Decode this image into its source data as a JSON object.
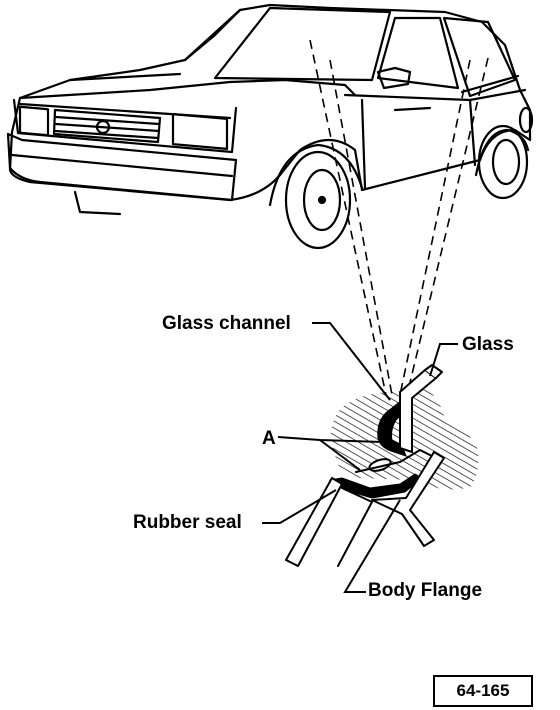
{
  "callouts": {
    "glass_channel": "Glass channel",
    "glass": "Glass",
    "a": "A",
    "rubber_seal": "Rubber seal",
    "body_flange": "Body Flange"
  },
  "figure_number": "64-165",
  "icons": [
    "car-illustration",
    "glass-channel-detail"
  ]
}
